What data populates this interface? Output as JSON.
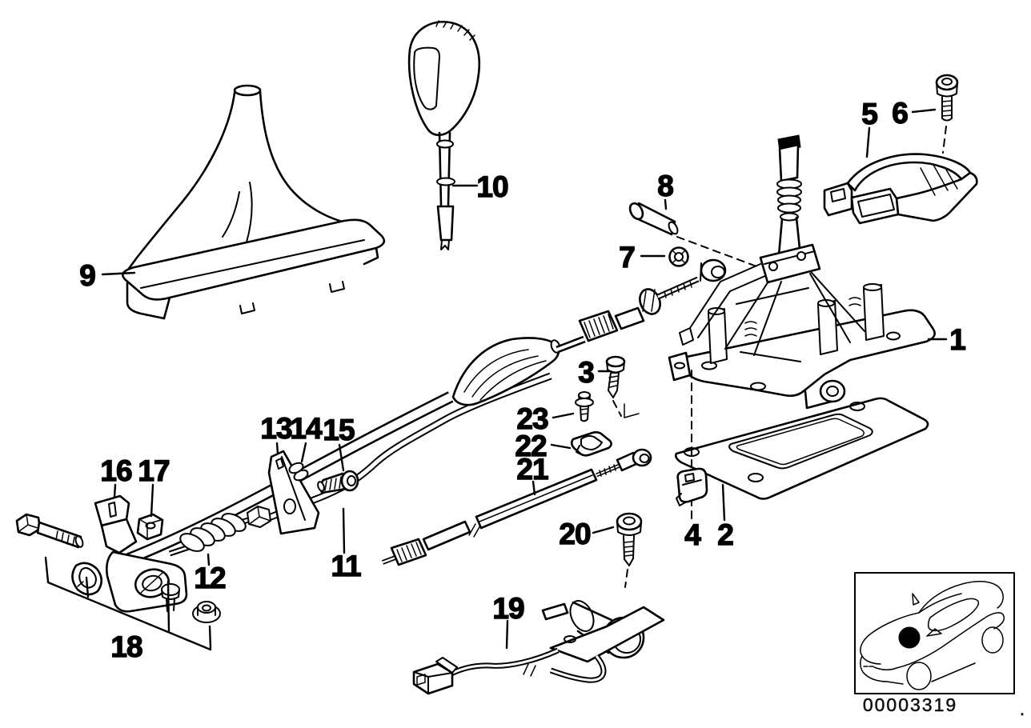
{
  "diagram": {
    "code": "00003319",
    "footer_dot": ".",
    "colors": {
      "ink": "#000000",
      "paper": "#ffffff"
    },
    "thumbnail_icon": "bmw-coupe-location-icon",
    "callouts": [
      {
        "label": "1"
      },
      {
        "label": "2"
      },
      {
        "label": "3"
      },
      {
        "label": "4"
      },
      {
        "label": "5"
      },
      {
        "label": "6"
      },
      {
        "label": "7"
      },
      {
        "label": "8"
      },
      {
        "label": "9"
      },
      {
        "label": "10"
      },
      {
        "label": "11"
      },
      {
        "label": "12"
      },
      {
        "label": "13"
      },
      {
        "label": "14"
      },
      {
        "label": "15"
      },
      {
        "label": "16"
      },
      {
        "label": "17"
      },
      {
        "label": "18"
      },
      {
        "label": "19"
      },
      {
        "label": "20"
      },
      {
        "label": "21"
      },
      {
        "label": "22"
      },
      {
        "label": "23"
      }
    ]
  }
}
